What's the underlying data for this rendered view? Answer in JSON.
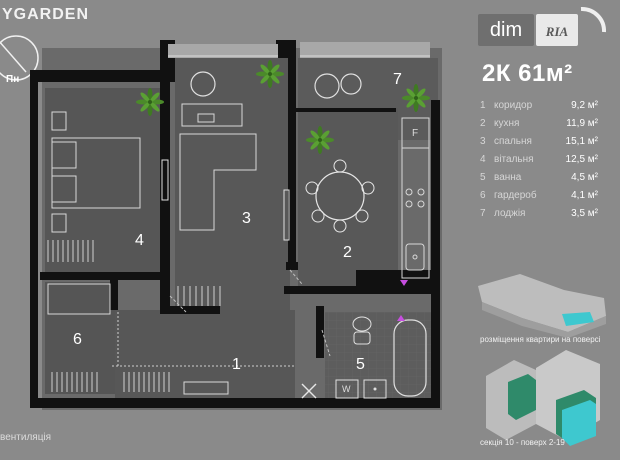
{
  "brand": {
    "name": "YGARDEN"
  },
  "compass": {
    "label": "Пн"
  },
  "logo": {
    "dim": "dim",
    "ria": "RIA"
  },
  "apartment": {
    "title": "2К 61м²"
  },
  "rooms": [
    {
      "num": "1",
      "name": "коридор",
      "area": "9,2 м²"
    },
    {
      "num": "2",
      "name": "кухня",
      "area": "11,9 м²"
    },
    {
      "num": "3",
      "name": "спальня",
      "area": "15,1 м²"
    },
    {
      "num": "4",
      "name": "вітальня",
      "area": "12,5 м²"
    },
    {
      "num": "5",
      "name": "ванна",
      "area": "4,5 м²"
    },
    {
      "num": "6",
      "name": "гардероб",
      "area": "4,1 м²"
    },
    {
      "num": "7",
      "name": "лоджія",
      "area": "3,5 м²"
    }
  ],
  "plan_labels": {
    "r1": "1",
    "r2": "2",
    "r3": "3",
    "r4": "4",
    "r5": "5",
    "r6": "6",
    "r7": "7",
    "fridge": "F",
    "washer": "W"
  },
  "minimap": {
    "floor_caption": "розміщення квартири на поверсі",
    "section_caption": "секція 10 - поверх 2-19"
  },
  "legend": {
    "ventilation": "вентиляція"
  },
  "colors": {
    "background": "#8a8a8a",
    "wall": "#111111",
    "floor": "#585858",
    "accent_cyan": "#3ec8cf",
    "accent_green": "#2f8a6a",
    "marker": "#c74ee0"
  }
}
